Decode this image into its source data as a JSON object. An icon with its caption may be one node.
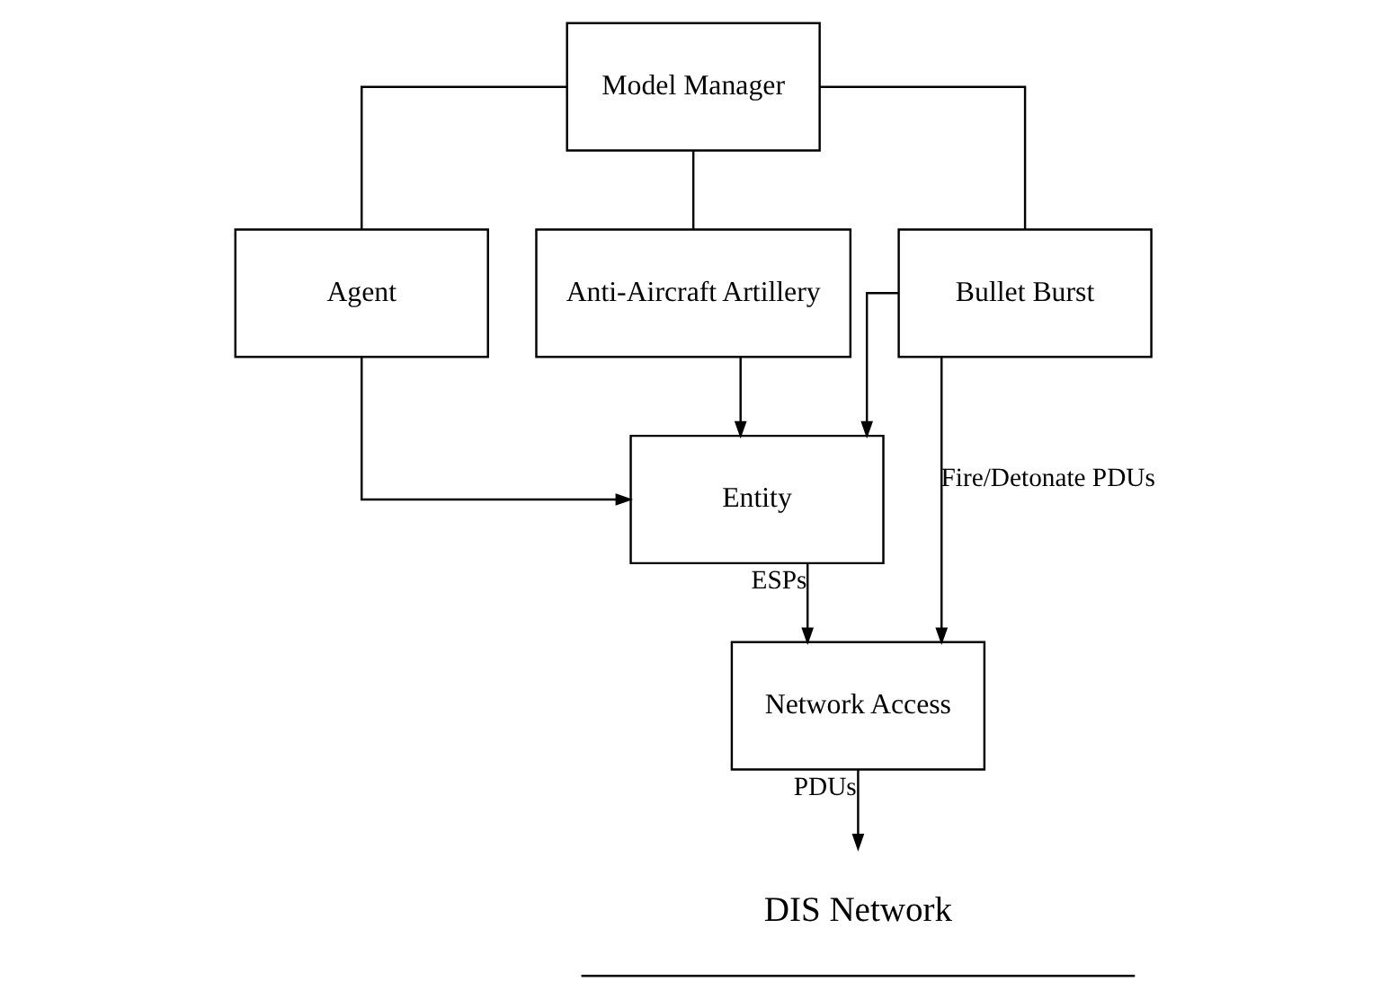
{
  "diagram": {
    "nodes": [
      {
        "text": [
          "Model Manager"
        ]
      },
      {
        "text": [
          "Agent"
        ]
      },
      {
        "text": [
          "Anti-Aircraft Artillery"
        ]
      },
      {
        "text": [
          "Bullet Burst"
        ]
      },
      {
        "text": [
          "Entity"
        ]
      },
      {
        "text": [
          "Network Access"
        ]
      },
      {
        "text": [
          "DIS Network"
        ]
      }
    ],
    "edges": [
      {
        "from": 0,
        "to": 1,
        "arrow": "none"
      },
      {
        "from": 0,
        "to": 2,
        "arrow": "none"
      },
      {
        "from": 0,
        "to": 3,
        "arrow": "none"
      },
      {
        "from": 1,
        "to": 4,
        "arrow": "to"
      },
      {
        "from": 2,
        "to": 4,
        "arrow": "to"
      },
      {
        "from": 3,
        "to": 4,
        "arrow": "to"
      },
      {
        "from": 4,
        "to": 5,
        "arrow": "to",
        "label": "ESPs"
      },
      {
        "from": 3,
        "to": 5,
        "arrow": "to",
        "label": "Fire/Detonate PDUs"
      },
      {
        "from": 5,
        "to": 6,
        "arrow": "to",
        "label": "PDUs"
      }
    ]
  }
}
